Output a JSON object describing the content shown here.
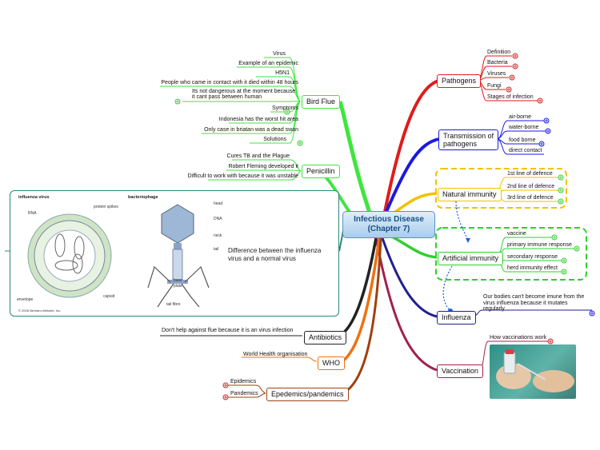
{
  "center": {
    "line1": "Infectious Disease",
    "line2": "(Chapter 7)"
  },
  "pathogens": {
    "label": "Pathogens",
    "items": [
      "Definition",
      "Bacteria",
      "Viruses",
      "Fungi",
      "Stages of infection"
    ]
  },
  "transmission": {
    "line1": "Transmission of",
    "line2": "pathogens",
    "items": [
      "air-borne",
      "water-borne",
      "food borne",
      "direct contact"
    ]
  },
  "natural_immunity": {
    "label": "Natural immunity",
    "items": [
      "1st line of defence",
      "2nd line of defence",
      "3rd line of defence"
    ]
  },
  "artificial_immunity": {
    "label": "Artificial immunity",
    "items": [
      "vaccine",
      "primary immune response",
      "secondary response",
      "herd immunity effect"
    ]
  },
  "influenza": {
    "label": "Influenza",
    "note_line1": "Our bodies can't become imune from the",
    "note_line2": "virus influenza because it mutates",
    "note_line3": "regularly"
  },
  "vaccination": {
    "label": "Vaccination",
    "item": "How vaccinations work"
  },
  "bird_flue": {
    "label": "Bird Flue",
    "items": [
      "Virus",
      "Example of an epidemic",
      "H5N1",
      "People who came in contact with it died within 48 hours",
      "Its not dangerous at the moment because",
      "it cant pass between human",
      "Symptoms",
      "Indonesia has the worst hit area",
      "Only case in briatan was a dead swan",
      "Solutions"
    ]
  },
  "penicillin": {
    "label": "Penicillin",
    "items": [
      "Cures TB and the Plague",
      "Robert Fleming developed it",
      "Difficult to work with because it was unstable"
    ]
  },
  "image_panel": {
    "caption_line1": "Difference between the influenza",
    "caption_line2": "virus and a normal virus",
    "influenza_title": "influenza virus",
    "bacteriophage_title": "bacteriophage",
    "labels": [
      "RNA",
      "protein spikes",
      "envelope",
      "capsid",
      "head",
      "DNA",
      "neck",
      "tail",
      "base",
      "plate",
      "tail fibre"
    ],
    "copyright": "© 2006 Merriam-Webster, Inc."
  },
  "antibiotics": {
    "label": "Antibiotics",
    "note": "Don't help against flue because it is an virus infection"
  },
  "who": {
    "label": "WHO",
    "note": "World Health organisation"
  },
  "epidemics": {
    "label": "Epedemics/pandemics",
    "items": [
      "Epidemics",
      "Pandemics"
    ]
  },
  "colors": {
    "pathogens": "#e11b1b",
    "transmission": "#1a1ae0",
    "natural": "#f2c200",
    "artificial": "#2fcf2f",
    "influenza": "#20208f",
    "vaccination": "#a02050",
    "bird": "#3ee63e",
    "penicillin": "#3ee63e",
    "panel": "#2a8a7a",
    "antibiotics": "#222222",
    "who": "#f07010",
    "epidemics": "#a04010"
  }
}
